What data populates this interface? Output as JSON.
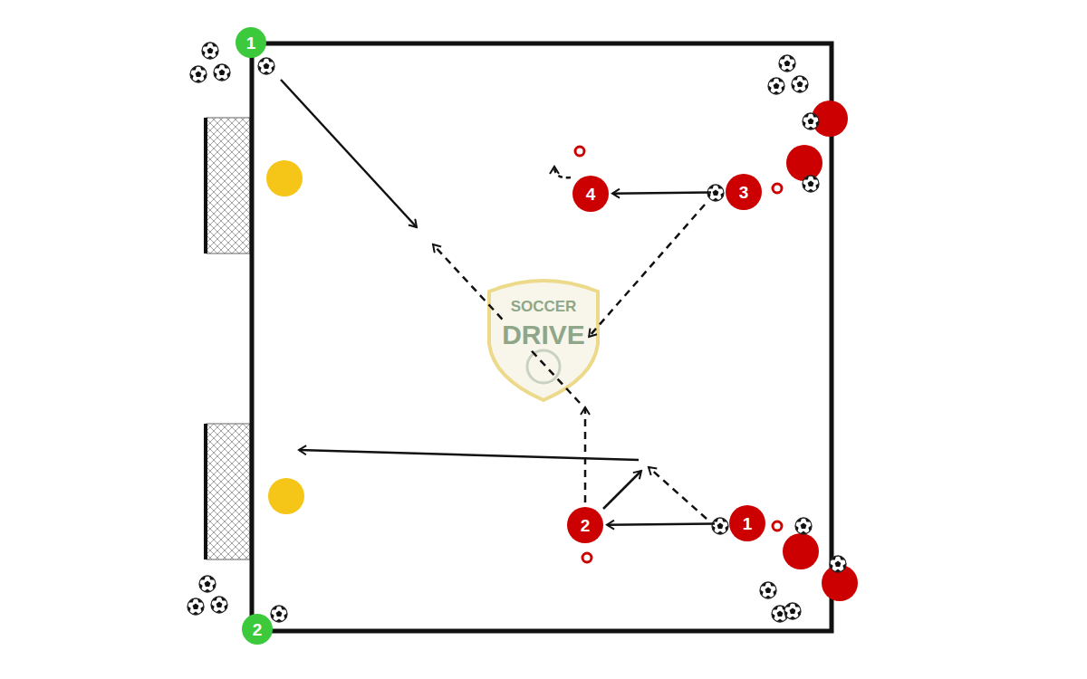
{
  "diagram": {
    "nodes": [
      {
        "text": [
          "1"
        ]
      },
      {
        "text": [
          "4"
        ]
      },
      {
        "text": [
          "3"
        ]
      },
      {
        "text": [
          "2"
        ]
      },
      {
        "text": [
          "1"
        ]
      },
      {
        "text": [
          "2"
        ]
      }
    ],
    "edges": [
      {
        "from": 2,
        "to": 1,
        "arrow": "to"
      },
      {
        "from": 4,
        "to": 3,
        "arrow": "to"
      }
    ],
    "labels": [
      "SOCCER",
      "DRIVE"
    ]
  }
}
